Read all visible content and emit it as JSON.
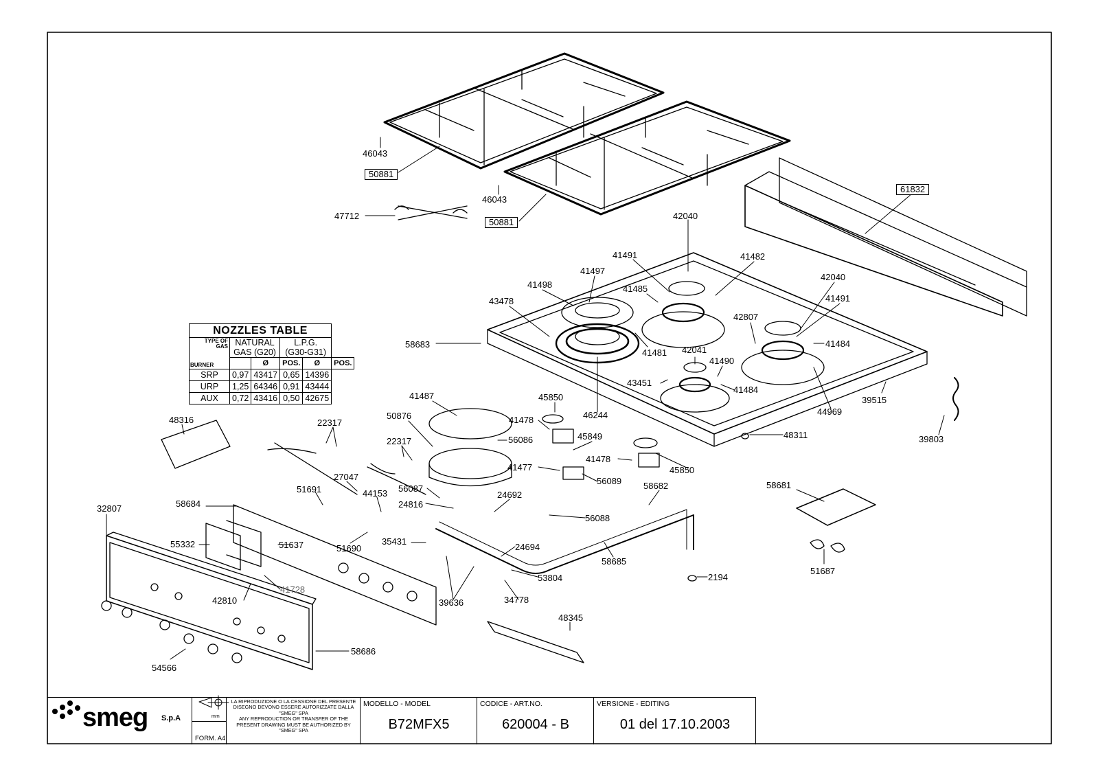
{
  "parts": {
    "p46043a": "46043",
    "p50881a": "50881",
    "p46043b": "46043",
    "p50881b": "50881",
    "p47712": "47712",
    "p61832": "61832",
    "p42040a": "42040",
    "p41491a": "41491",
    "p41482": "41482",
    "p41497": "41497",
    "p41498": "41498",
    "p41485": "41485",
    "p42040b": "42040",
    "p41491b": "41491",
    "p43478": "43478",
    "p42807": "42807",
    "p58683": "58683",
    "p41484a": "41484",
    "p41481": "41481",
    "p42041": "42041",
    "p41490": "41490",
    "p43451": "43451",
    "p41484b": "41484",
    "p39515": "39515",
    "p46244": "46244",
    "p44969": "44969",
    "p39803": "39803",
    "p41487": "41487",
    "p45850a": "45850",
    "p50876": "50876",
    "p41478a": "41478",
    "p56086": "56086",
    "p45849": "45849",
    "p48311": "48311",
    "p48316": "48316",
    "p22317a": "22317",
    "p22317b": "22317",
    "p41478b": "41478",
    "p45850b": "45850",
    "p41477": "41477",
    "p56089": "56089",
    "p27047": "27047",
    "p58682": "58682",
    "p58681": "58681",
    "p51691": "51691",
    "p44153": "44153",
    "p56087": "56087",
    "p24692": "24692",
    "p58684": "58684",
    "p24816": "24816",
    "p56088": "56088",
    "p32807": "32807",
    "p55332": "55332",
    "p51637": "51637",
    "p51690": "51690",
    "p35431": "35431",
    "p24694": "24694",
    "p58685": "58685",
    "p51687": "51687",
    "p53804": "53804",
    "p2194": "2194",
    "p41728": "41728",
    "p42810": "42810",
    "p39636": "39636",
    "p34778": "34778",
    "p48345": "48345",
    "p58686": "58686",
    "p54566": "54566"
  },
  "nozzles_table": {
    "title": "NOZZLES TABLE",
    "type_of_gas_1": "TYPE OF",
    "type_of_gas_2": "GAS",
    "burner": "BURNER",
    "natural_1": "NATURAL",
    "natural_2": "GAS (G20)",
    "lpg_1": "L.P.G.",
    "lpg_2": "(G30-G31)",
    "col_dia": "Ø",
    "col_pos": "POS.",
    "rows": [
      [
        "SRP",
        "0,97",
        "43417",
        "0,65",
        "14396"
      ],
      [
        "URP",
        "1,25",
        "64346",
        "0,91",
        "43444"
      ],
      [
        "AUX",
        "0,72",
        "43416",
        "0,50",
        "42675"
      ]
    ]
  },
  "title_block": {
    "brand": "smeg",
    "company_suffix": "S.p.A",
    "unit": "mm",
    "form": "FORM. A4",
    "notice_it": "LA RIPRODUZIONE O LA CESSIONE DEL PRESENTE DISEGNO DEVONO ESSERE AUTORIZZATE DALLA \"SMEG\" SPA",
    "notice_en": "ANY REPRODUCTION OR TRANSFER OF THE PRESENT DRAWING MUST BE AUTHORIZED BY \"SMEG\" SPA",
    "model_caption": "MODELLO - MODEL",
    "model": "B72MFX5",
    "code_caption": "CODICE - ART.NO.",
    "code": "620004 - B",
    "version_caption": "VERSIONE - EDITING",
    "version": "01 del 17.10.2003"
  }
}
